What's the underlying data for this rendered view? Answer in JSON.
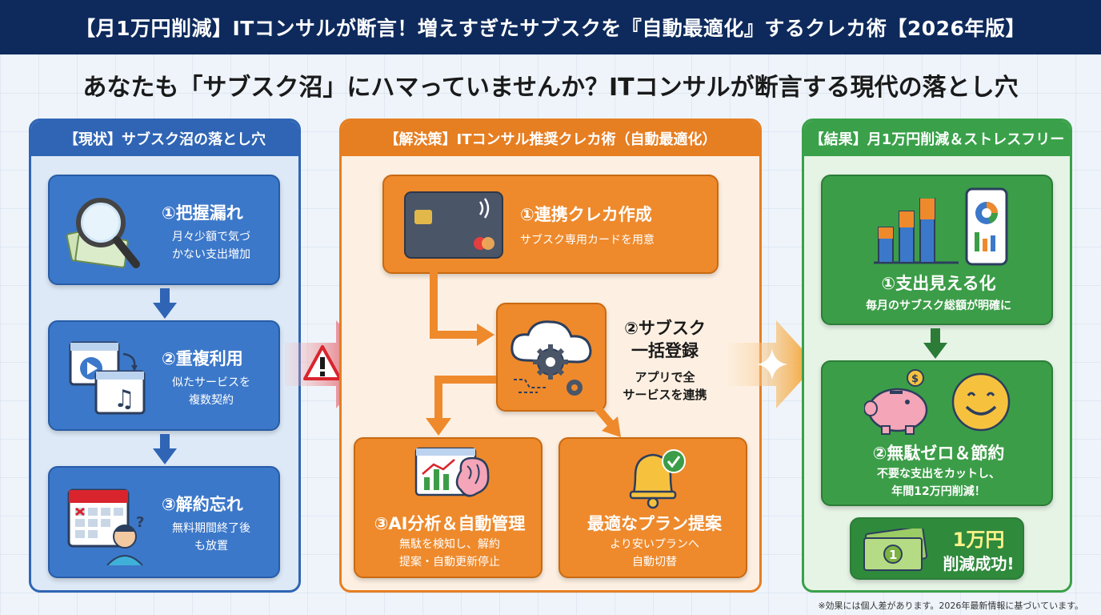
{
  "header": {
    "title": "【月1万円削減】ITコンサルが断言！増えすぎたサブスクを『自動最適化』するクレカ術【2026年版】",
    "subtitle": "あなたも「サブスク沼」にハマっていませんか？ITコンサルが断言する現代の落とし穴"
  },
  "left": {
    "heading": "【現状】サブスク沼の落とし穴",
    "cards": [
      {
        "title": "①把握漏れ",
        "desc1": "月々少額で気づ",
        "desc2": "かない支出増加"
      },
      {
        "title": "②重複利用",
        "desc1": "似たサービスを",
        "desc2": "複数契約"
      },
      {
        "title": "③解約忘れ",
        "desc1": "無料期間終了後",
        "desc2": "も放置"
      }
    ]
  },
  "middle": {
    "heading": "【解決策】ITコンサル推奨クレカ術（自動最適化）",
    "step1": {
      "title": "①連携クレカ作成",
      "desc": "サブスク専用カードを用意"
    },
    "step2": {
      "title1": "②サブスク",
      "title2": "一括登録",
      "desc1": "アプリで全",
      "desc2": "サービスを連携"
    },
    "step3": {
      "title": "③AI分析＆自動管理",
      "desc1": "無駄を検知し、解約",
      "desc2": "提案・自動更新停止"
    },
    "step4": {
      "title": "最適なプラン提案",
      "desc1": "より安いプランへ",
      "desc2": "自動切替"
    }
  },
  "right": {
    "heading": "【結果】月1万円削減＆ストレスフリー",
    "card1": {
      "title": "①支出見える化",
      "desc": "毎月のサブスク総額が明確に"
    },
    "card2": {
      "title": "②無駄ゼロ＆節約",
      "desc1": "不要な支出をカットし、",
      "desc2": "年間12万円削減！"
    },
    "badge": {
      "line1": "1万円",
      "line2": "削減成功!"
    }
  },
  "footnote": "※効果には個人差があります。2026年最新情報に基づいています。",
  "colors": {
    "navy": "#0e2a5c",
    "blue": "#3c78c9",
    "orange": "#ee8a2c",
    "green": "#3c9d48",
    "red": "#d9242e"
  }
}
